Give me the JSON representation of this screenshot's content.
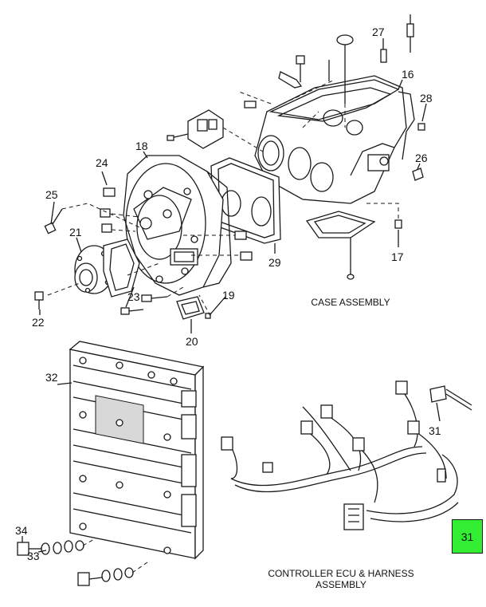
{
  "callouts": {
    "c27": "27",
    "c16": "16",
    "c28": "28",
    "c18": "18",
    "c24": "24",
    "c26": "26",
    "c25": "25",
    "c21": "21",
    "c17": "17",
    "c29": "29",
    "c23": "23",
    "c19": "19",
    "c22": "22",
    "c20": "20",
    "c32": "32",
    "c31a": "31",
    "c31b": "31",
    "c34": "34",
    "c33": "33"
  },
  "captions": {
    "case": "CASE ASSEMBLY",
    "controller_line1": "CONTROLLER ECU & HARNESS",
    "controller_line2": "ASSEMBLY"
  },
  "highlight": {
    "label": "31",
    "color": "#33ee33"
  }
}
